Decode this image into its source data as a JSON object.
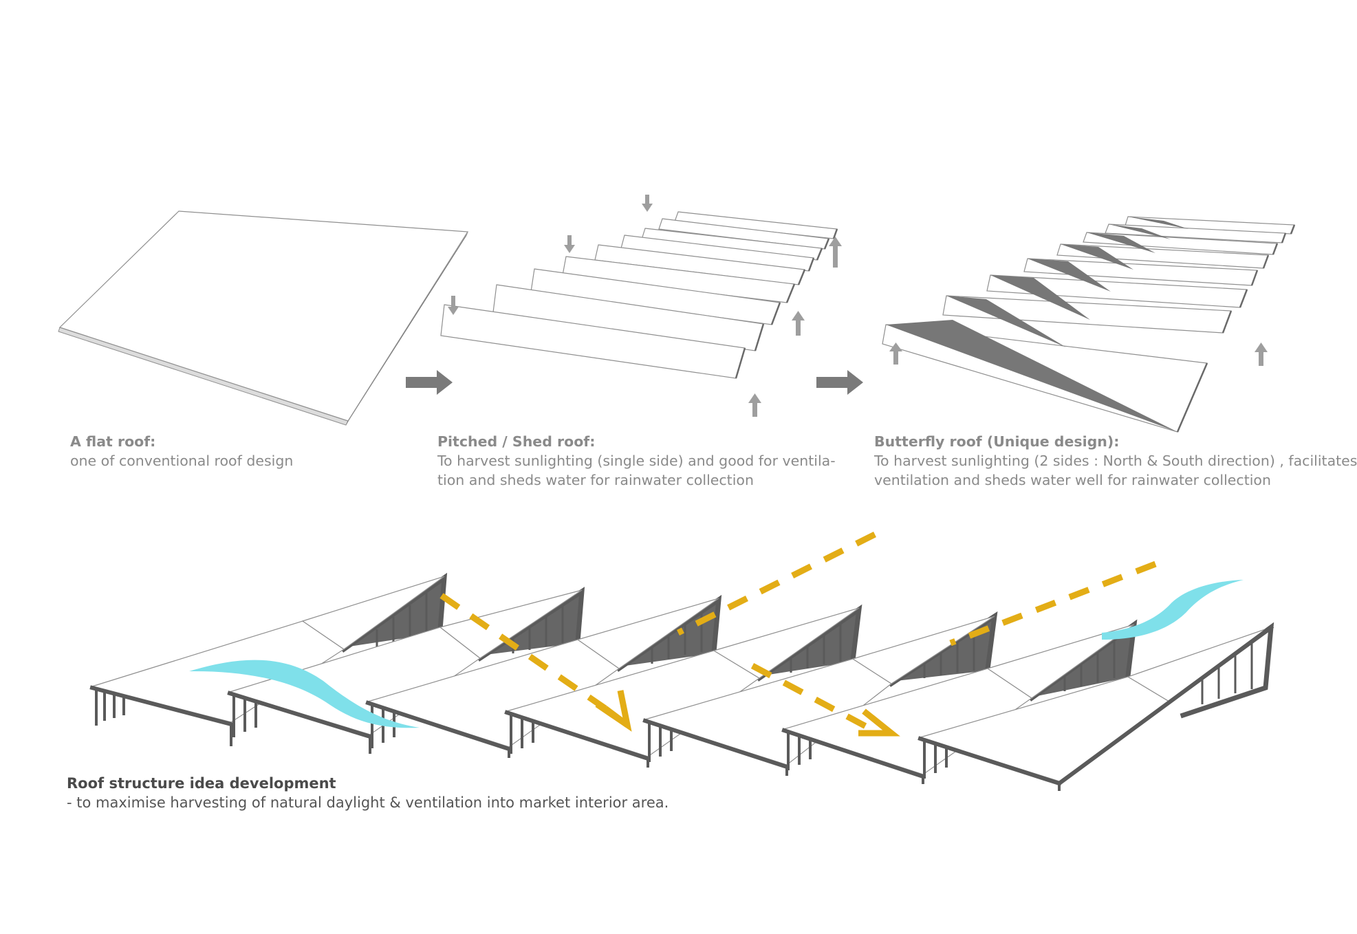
{
  "captions": {
    "flat_roof": {
      "title": "A flat roof:",
      "lines": [
        "one of conventional roof design"
      ]
    },
    "shed_roof": {
      "title": "Pitched / Shed roof:",
      "lines": [
        "To harvest sunlighting (single side) and good for ventila-",
        "tion and sheds water for rainwater collection"
      ]
    },
    "butterfly_roof": {
      "title": "Butterfly roof (Unique design):",
      "lines": [
        "To harvest sunlighting (2 sides : North & South direction) , facilitates",
        "ventilation and sheds water well for rainwater collection"
      ]
    },
    "structure": {
      "title": "Roof structure idea development",
      "lines": [
        "- to maximise harvesting of natural daylight & ventilation into market interior area."
      ]
    }
  },
  "colors": {
    "background": "#ffffff",
    "roof_fill": "#ffffff",
    "roof_line": "#8f8f8f",
    "dark_edge": "#555555",
    "shaded_panel": "#777777",
    "arrow_grey": "#7a7a7a",
    "arrow_light": "#9e9e9e",
    "sunlight": "#e3ad16",
    "wind": "#7fe0ea",
    "caption_text": "#8a8a8a",
    "caption_dark": "#4a4a4a"
  },
  "icons": {
    "transition_arrow": "right-arrow-icon",
    "airflow_in": "down-arrow-icon",
    "airflow_out": "up-arrow-icon",
    "sunlight_ray": "dashed-arrow-icon",
    "wind_flow": "wind-swoosh-icon"
  }
}
